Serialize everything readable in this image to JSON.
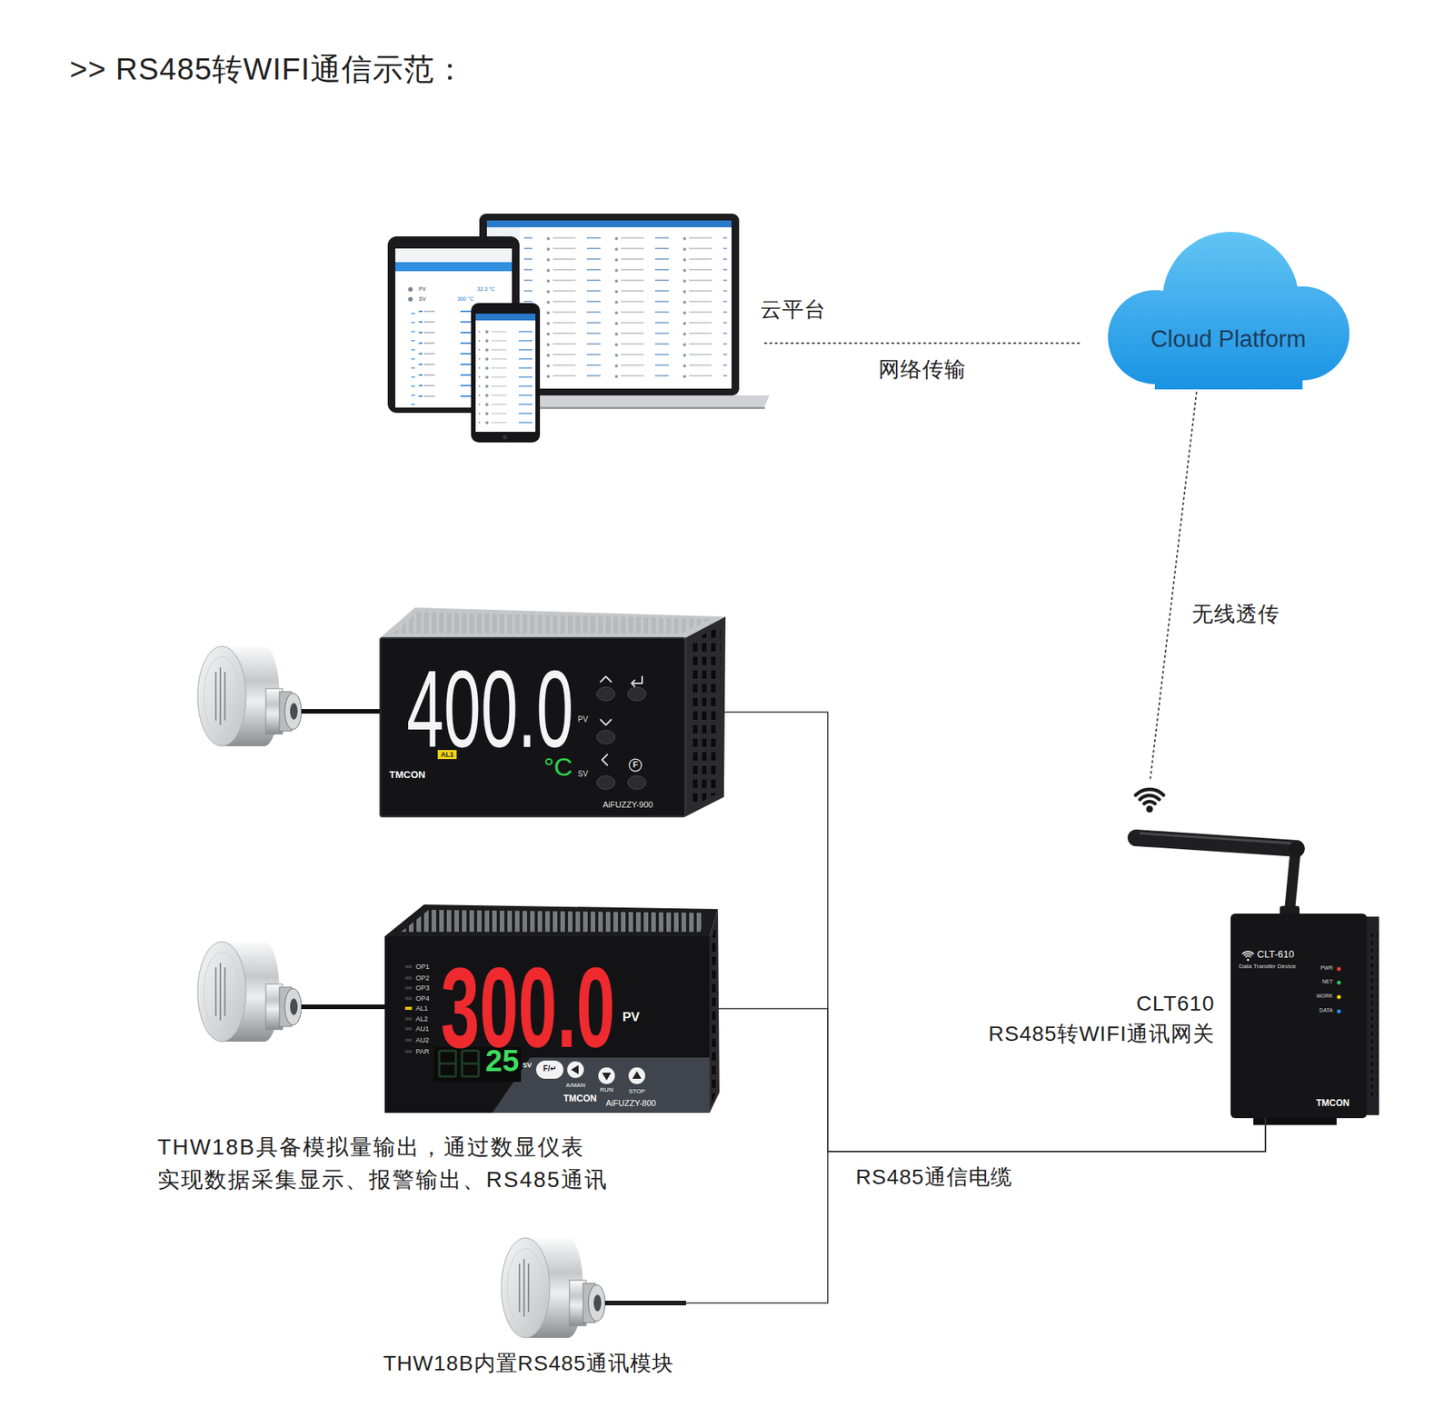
{
  "diagram": {
    "title": ">> RS485转WIFI通信示范：",
    "nodes": [
      {
        "text": [
          "云平台",
          "PV",
          "32.3 °C",
          "SV",
          "300 °C"
        ]
      },
      {
        "text": [
          "Cloud Platform"
        ]
      },
      {
        "text": [
          "400.0",
          "°C",
          "AL1",
          "PV",
          "SV",
          "F",
          "TMCON",
          "AiFUZZY-900"
        ]
      },
      {
        "text": [
          "300.0",
          "PV",
          "25",
          "SV",
          "OP1",
          "OP2",
          "OP3",
          "OP4",
          "AL1",
          "AL2",
          "AU1",
          "AU2",
          "PAR",
          "F/↵",
          "A/MAN",
          "RUN",
          "STOP",
          "TMCON",
          "AiFUZZY-800"
        ]
      },
      {
        "text": [
          "CLT610",
          "RS485转WIFI通讯网关",
          "CLT-610",
          "Data Transfer Device",
          "PWR",
          "NET",
          "WORK",
          "DATA",
          "TMCON"
        ]
      },
      {
        "text": [
          "THW18B内置RS485通讯模块"
        ]
      }
    ],
    "edges": [
      {
        "from": 0,
        "to": 1,
        "arrow": "none",
        "label": "网络传输"
      },
      {
        "from": 1,
        "to": 4,
        "arrow": "none",
        "label": "无线透传"
      },
      {
        "from": 2,
        "to": 4,
        "arrow": "none"
      },
      {
        "from": 3,
        "to": 4,
        "arrow": "none"
      },
      {
        "from": 5,
        "to": 4,
        "arrow": "none",
        "label": "RS485通信电缆"
      }
    ],
    "labels": [
      "THW18B具备模拟量输出，通过数显仪表 实现数据采集显示、报警输出、RS485通讯"
    ]
  }
}
